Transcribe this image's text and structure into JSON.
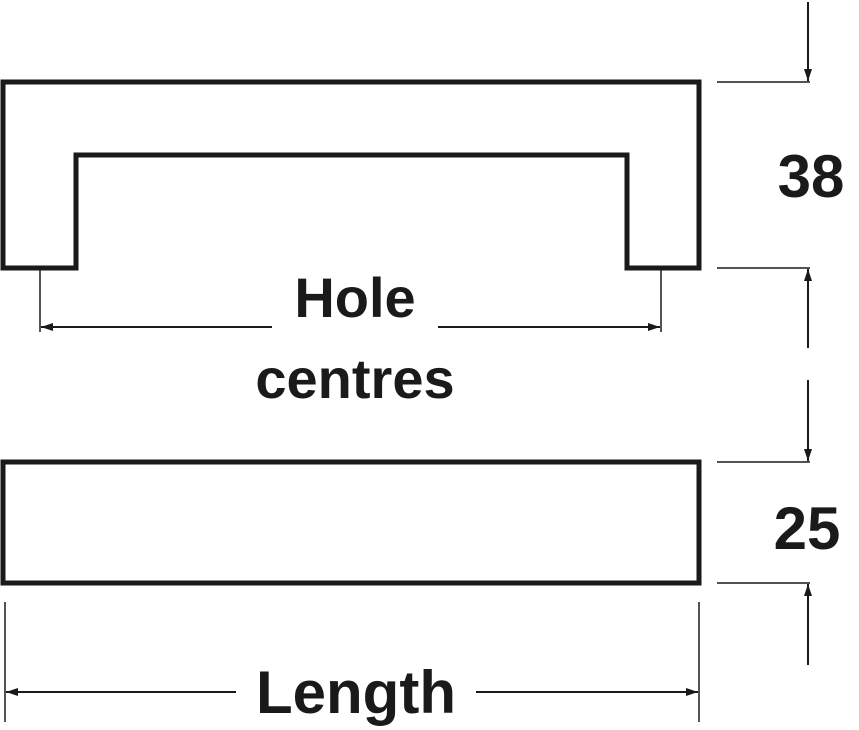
{
  "labels": {
    "height_top": "38",
    "height_bottom": "25",
    "hole_centres_line1": "Hole",
    "hole_centres_line2": "centres",
    "length": "Length"
  },
  "colors": {
    "stroke": "#1a1a1a",
    "background": "#ffffff"
  }
}
